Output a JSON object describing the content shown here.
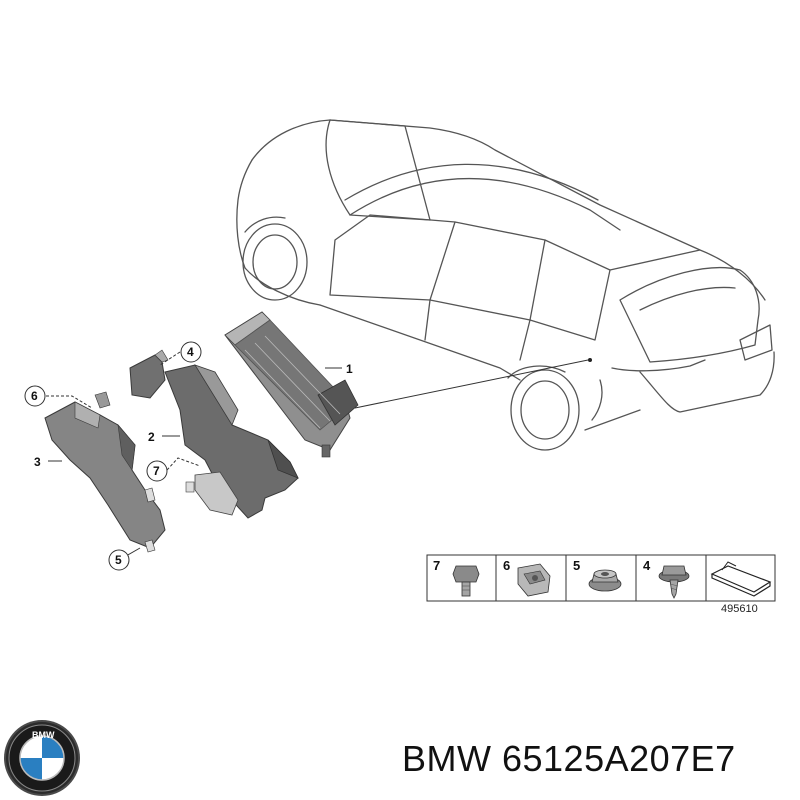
{
  "callouts": [
    {
      "id": "1",
      "label": "1"
    },
    {
      "id": "2",
      "label": "2"
    },
    {
      "id": "3",
      "label": "3"
    },
    {
      "id": "4",
      "label": "4"
    },
    {
      "id": "5",
      "label": "5"
    },
    {
      "id": "6",
      "label": "6"
    },
    {
      "id": "7",
      "label": "7"
    }
  ],
  "parts_strip": {
    "cells": [
      {
        "label": "7",
        "icon": "hex-bolt-icon"
      },
      {
        "label": "6",
        "icon": "spring-clip-nut-icon"
      },
      {
        "label": "5",
        "icon": "flange-nut-icon"
      },
      {
        "label": "4",
        "icon": "self-tapping-screw-icon"
      },
      {
        "label": "",
        "icon": "felt-pad-icon"
      }
    ]
  },
  "drawing_number": "495610",
  "footer": {
    "brand_logo_letters": "BMW",
    "text": "BMW 65125A207E7"
  },
  "colors": {
    "line": "#444444",
    "part_fill": "#8c8c8c",
    "part_dark": "#5e5e5e",
    "logo_blue": "#2a7fc1"
  }
}
